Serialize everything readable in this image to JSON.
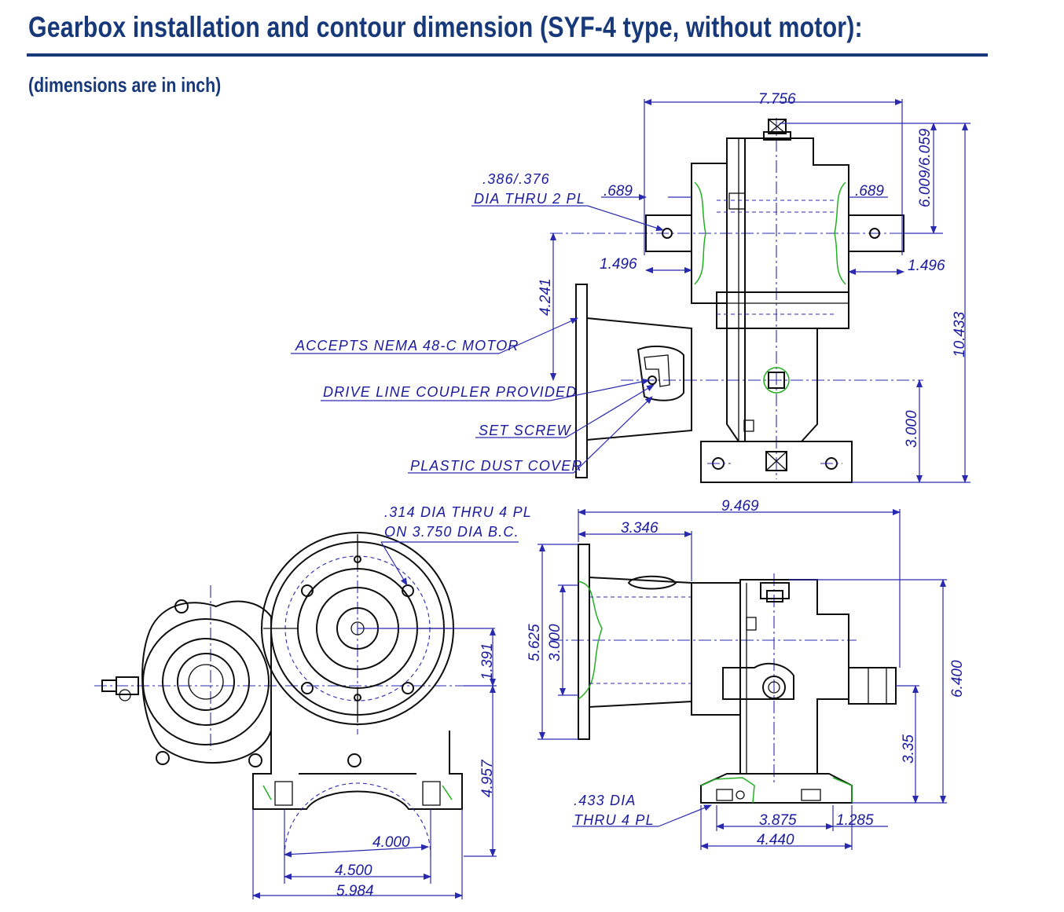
{
  "header": {
    "title": "Gearbox installation and contour dimension (SYF-4 type, without motor):",
    "subtitle": "(dimensions are in inch)"
  },
  "colors": {
    "heading": "#17397a",
    "dimension": "#1a1a9e",
    "outline": "#0e0e0e",
    "section_hatch": "#22b022"
  },
  "views": {
    "top": {
      "dims": {
        "overall_width": "7.756",
        "key_left": ".689",
        "key_right": ".689",
        "shaft_top": "6.009/6.059",
        "shaft_left": "1.496",
        "shaft_right": "1.496",
        "flange_to_shaft": "4.241",
        "overall_height": "10.433",
        "base_to_input": "3.000"
      },
      "notes": {
        "hole_line1": ".386/.376",
        "hole_line2": "DIA THRU 2 PL",
        "motor": "ACCEPTS NEMA 48-C MOTOR",
        "coupler": "DRIVE LINE COUPLER PROVIDED",
        "set_screw": "SET SCREW",
        "dust_cover": "PLASTIC DUST COVER"
      }
    },
    "front": {
      "dims": {
        "flange_offset": "1.391",
        "base_height": "4.957",
        "arc": "4.000",
        "bolt_span": "4.500",
        "overall_width": "5.984"
      },
      "notes": {
        "holes_line1": ".314 DIA THRU 4 PL",
        "holes_line2": "ON 3.750 DIA B.C."
      }
    },
    "side": {
      "dims": {
        "overall_length": "9.469",
        "flange_depth": "3.346",
        "flange_height": "5.625",
        "pilot": "3.000",
        "overall_height": "6.400",
        "shaft_height": "3.35",
        "hole_span": "3.875",
        "edge": "1.285",
        "base_length": "4.440"
      },
      "notes": {
        "holes_line1": ".433 DIA",
        "holes_line2": "THRU 4 PL"
      }
    }
  }
}
